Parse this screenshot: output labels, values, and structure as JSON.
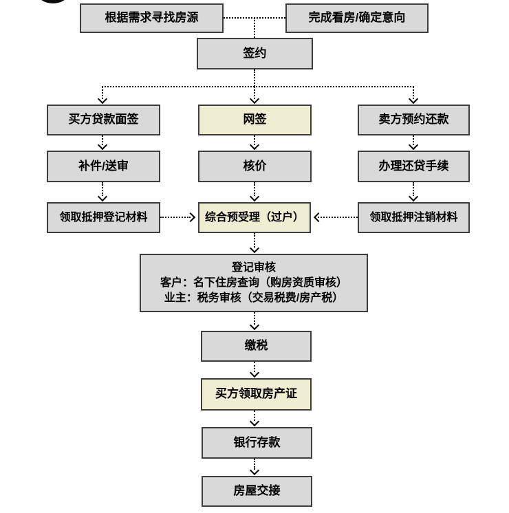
{
  "colors": {
    "background": "#ffffff",
    "node_fill": "#d9d9d9",
    "highlight_fill": "#efedd2",
    "node_border": "#3d3d3d",
    "connector": "#000000",
    "text": "#000000"
  },
  "decorations": {
    "top_left_icon": "partial-black-circle"
  },
  "nodes": [
    {
      "id": "find-housing",
      "label": "根据需求寻找房源",
      "style": "default"
    },
    {
      "id": "confirm-intent",
      "label": "完成看房/确定意向",
      "style": "default"
    },
    {
      "id": "sign-contract",
      "label": "签约",
      "style": "default"
    },
    {
      "id": "buyer-loan-interview",
      "label": "买方贷款面签",
      "style": "default"
    },
    {
      "id": "online-sign",
      "label": "网签",
      "style": "highlight"
    },
    {
      "id": "seller-repay-appointment",
      "label": "卖方预约还款",
      "style": "default"
    },
    {
      "id": "supplement-review",
      "label": "补件/送审",
      "style": "default"
    },
    {
      "id": "price-verification",
      "label": "核价",
      "style": "default"
    },
    {
      "id": "loan-repay-procedure",
      "label": "办理还贷手续",
      "style": "default"
    },
    {
      "id": "mortgage-reg-materials",
      "label": "领取抵押登记材料",
      "style": "default"
    },
    {
      "id": "pre-acceptance-transfer",
      "label": "综合预受理（过户）",
      "style": "highlight"
    },
    {
      "id": "mortgage-cancel-materials",
      "label": "领取抵押注销材料",
      "style": "default"
    },
    {
      "id": "registration-review",
      "style": "default",
      "lines": [
        "登记审核",
        "客户：名下住房查询（购房资质审核）",
        "业主：税务审核（交易税费/房产税）"
      ]
    },
    {
      "id": "pay-tax",
      "label": "缴税",
      "style": "default"
    },
    {
      "id": "buyer-get-deed",
      "label": "买方领取房产证",
      "style": "highlight"
    },
    {
      "id": "bank-deposit",
      "label": "银行存款",
      "style": "default"
    },
    {
      "id": "house-handover",
      "label": "房屋交接",
      "style": "default"
    }
  ],
  "edges": [
    {
      "from": "find-housing",
      "to": "confirm-intent",
      "style": "dotted",
      "arrow": false
    },
    {
      "from": "confirm-intent",
      "to": "sign-contract",
      "style": "dotted",
      "arrow": false
    },
    {
      "from": "sign-contract",
      "to": "buyer-loan-interview",
      "style": "dotted",
      "arrow": true
    },
    {
      "from": "sign-contract",
      "to": "online-sign",
      "style": "dotted",
      "arrow": true
    },
    {
      "from": "sign-contract",
      "to": "seller-repay-appointment",
      "style": "dotted",
      "arrow": true
    },
    {
      "from": "buyer-loan-interview",
      "to": "supplement-review",
      "style": "dotted",
      "arrow": true
    },
    {
      "from": "supplement-review",
      "to": "mortgage-reg-materials",
      "style": "dotted",
      "arrow": true
    },
    {
      "from": "online-sign",
      "to": "price-verification",
      "style": "dotted",
      "arrow": true
    },
    {
      "from": "price-verification",
      "to": "pre-acceptance-transfer",
      "style": "dotted",
      "arrow": true
    },
    {
      "from": "seller-repay-appointment",
      "to": "loan-repay-procedure",
      "style": "dotted",
      "arrow": true
    },
    {
      "from": "loan-repay-procedure",
      "to": "mortgage-cancel-materials",
      "style": "dotted",
      "arrow": true
    },
    {
      "from": "mortgage-reg-materials",
      "to": "pre-acceptance-transfer",
      "style": "dotted",
      "arrow": true
    },
    {
      "from": "mortgage-cancel-materials",
      "to": "pre-acceptance-transfer",
      "style": "dotted",
      "arrow": true
    },
    {
      "from": "pre-acceptance-transfer",
      "to": "registration-review",
      "style": "dotted",
      "arrow": true
    },
    {
      "from": "registration-review",
      "to": "pay-tax",
      "style": "dotted",
      "arrow": true
    },
    {
      "from": "pay-tax",
      "to": "buyer-get-deed",
      "style": "dotted",
      "arrow": true
    },
    {
      "from": "buyer-get-deed",
      "to": "bank-deposit",
      "style": "dotted",
      "arrow": true
    },
    {
      "from": "bank-deposit",
      "to": "house-handover",
      "style": "dotted",
      "arrow": true
    }
  ]
}
